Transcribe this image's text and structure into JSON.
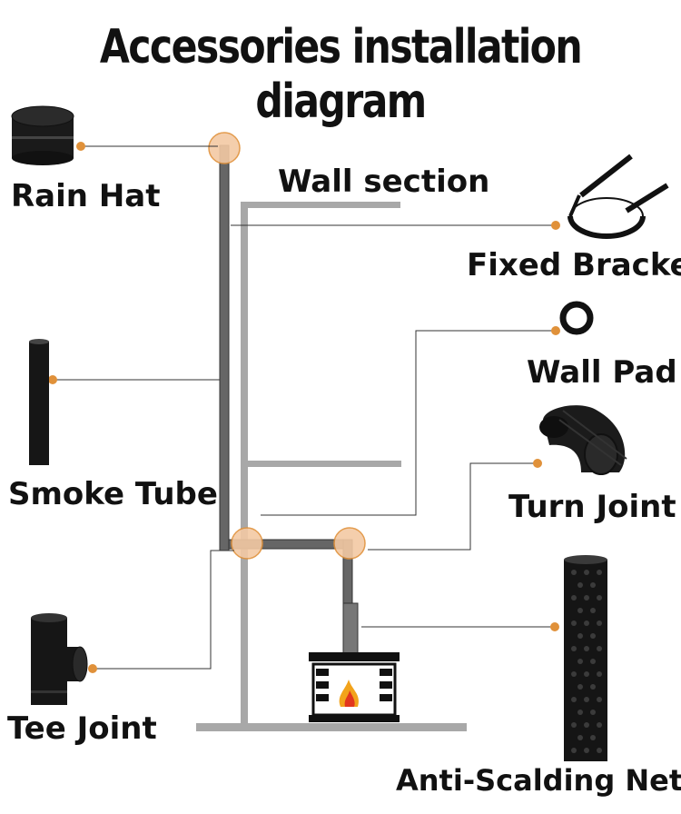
{
  "title": "Accessories installation diagram",
  "labels": {
    "rain_hat": "Rain Hat",
    "wall_section": "Wall section",
    "fixed_bracket": "Fixed Bracket",
    "smoke_tube": "Smoke Tube",
    "wall_pad": "Wall Pad",
    "turn_joint": "Turn Joint",
    "tee_joint": "Tee Joint",
    "anti_scalding_net": "Anti-Scalding Net"
  },
  "colors": {
    "callout_dot": "#e0913a",
    "joint_highlight": "#f3c9a4",
    "wall": "#a8a8a8",
    "pipe": "#555555",
    "part": "#111111"
  }
}
